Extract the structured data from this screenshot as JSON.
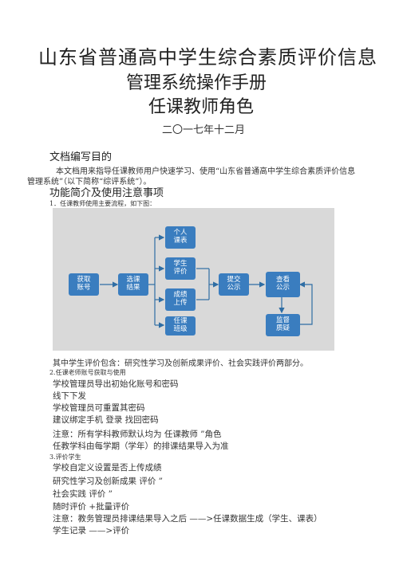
{
  "doc": {
    "title_line1": "山东省普通高中学生综合素质评价信息",
    "title_line2": "管理系统操作手册",
    "title_line3": "任课教师角色",
    "date": "二〇一七年十二月",
    "section1_heading": "文档编写目的",
    "section1_text_line1": "本文档用来指导任课教师用户快速学习、使用“山东省普通高中学生综合素质评价信息",
    "section1_text_line2": "管理系统”（以下简称“综评系统”）。",
    "section2_heading": "功能简介及使用注意事项",
    "item1": "1．任课教师使用主要流程，如下图：",
    "after_diagram": "其中学生评价包含：研究性学习及创新成果评价、社会实践评价两部分。",
    "item2": "2.任课老师账号获取与使用",
    "lines2": [
      "学校管理员导出初始化账号和密码",
      "线下下发",
      "学校管理员可重置其密码",
      "建议绑定手机  登录 找回密码",
      "注意：所有学科教师默认均为     任课教师 ”角色",
      "任教学科由每学期（学年）的排课结果导入为准"
    ],
    "item3": "3.评价学生",
    "lines3": [
      "学校自定义设置是否上传成绩",
      "研究性学习及创新成果     评价 ”",
      "社会实践   评价 ”",
      "随时评价 +批量评价",
      "注意：教务管理员排课结果导入之后     ——>任课数据生成（学生、课表）",
      "学生记录 ——>评价"
    ]
  },
  "flow": {
    "boxes": {
      "get_account": "获取\n账号",
      "course_result": "选课\n结果",
      "personal_schedule": "个人\n课表",
      "student_eval": "学生\n评价",
      "grade_upload": "成绩\n上传",
      "class_teacher": "任课\n班级",
      "submit_publish": "提交\n公示",
      "view_publish": "查看\n公示",
      "supervise_appeal": "监督\n质疑"
    },
    "colors": {
      "box": "#3a7dbf",
      "background": "#d9d9d9",
      "line": "#2e6da4"
    }
  }
}
